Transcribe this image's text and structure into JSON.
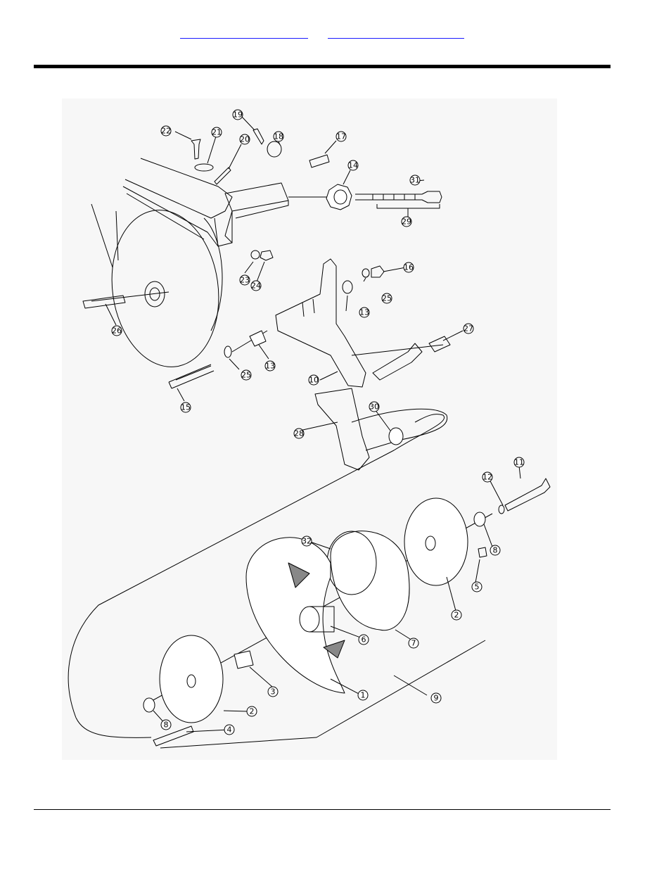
{
  "header": {
    "links": [
      "",
      ""
    ]
  },
  "callouts": [
    {
      "num": "1"
    },
    {
      "num": "2"
    },
    {
      "num": "2"
    },
    {
      "num": "3"
    },
    {
      "num": "4"
    },
    {
      "num": "5"
    },
    {
      "num": "6"
    },
    {
      "num": "7"
    },
    {
      "num": "8"
    },
    {
      "num": "8"
    },
    {
      "num": "9"
    },
    {
      "num": "10"
    },
    {
      "num": "11"
    },
    {
      "num": "12"
    },
    {
      "num": "13"
    },
    {
      "num": "13"
    },
    {
      "num": "14"
    },
    {
      "num": "15"
    },
    {
      "num": "16"
    },
    {
      "num": "17"
    },
    {
      "num": "18"
    },
    {
      "num": "19"
    },
    {
      "num": "20"
    },
    {
      "num": "21"
    },
    {
      "num": "22"
    },
    {
      "num": "23"
    },
    {
      "num": "24"
    },
    {
      "num": "25"
    },
    {
      "num": "25"
    },
    {
      "num": "26"
    },
    {
      "num": "27"
    },
    {
      "num": "28"
    },
    {
      "num": "29"
    },
    {
      "num": "30"
    },
    {
      "num": "31"
    },
    {
      "num": "32"
    }
  ]
}
